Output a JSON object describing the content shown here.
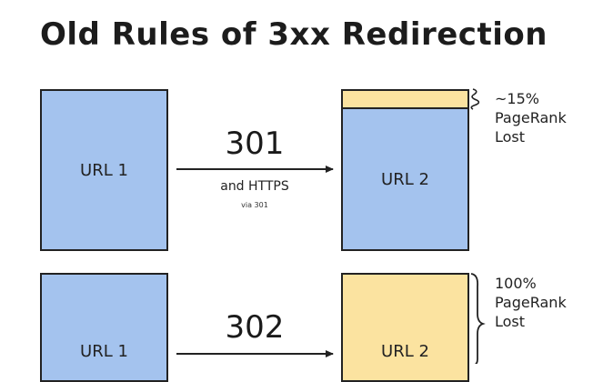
{
  "title": "Old Rules of 3xx Redirection",
  "rows": [
    {
      "source": "URL 1",
      "code": "301",
      "sub": "and HTTPS",
      "tiny": "via 301",
      "target": "URL 2",
      "lost": [
        "~15%",
        "PageRank",
        "Lost"
      ]
    },
    {
      "source": "URL 1",
      "code": "302",
      "target": "URL 2",
      "lost": [
        "100%",
        "PageRank",
        "Lost"
      ]
    }
  ],
  "colors": {
    "blue": "#a4c3ee",
    "yellow": "#fbe3a0",
    "stroke": "#222222"
  }
}
